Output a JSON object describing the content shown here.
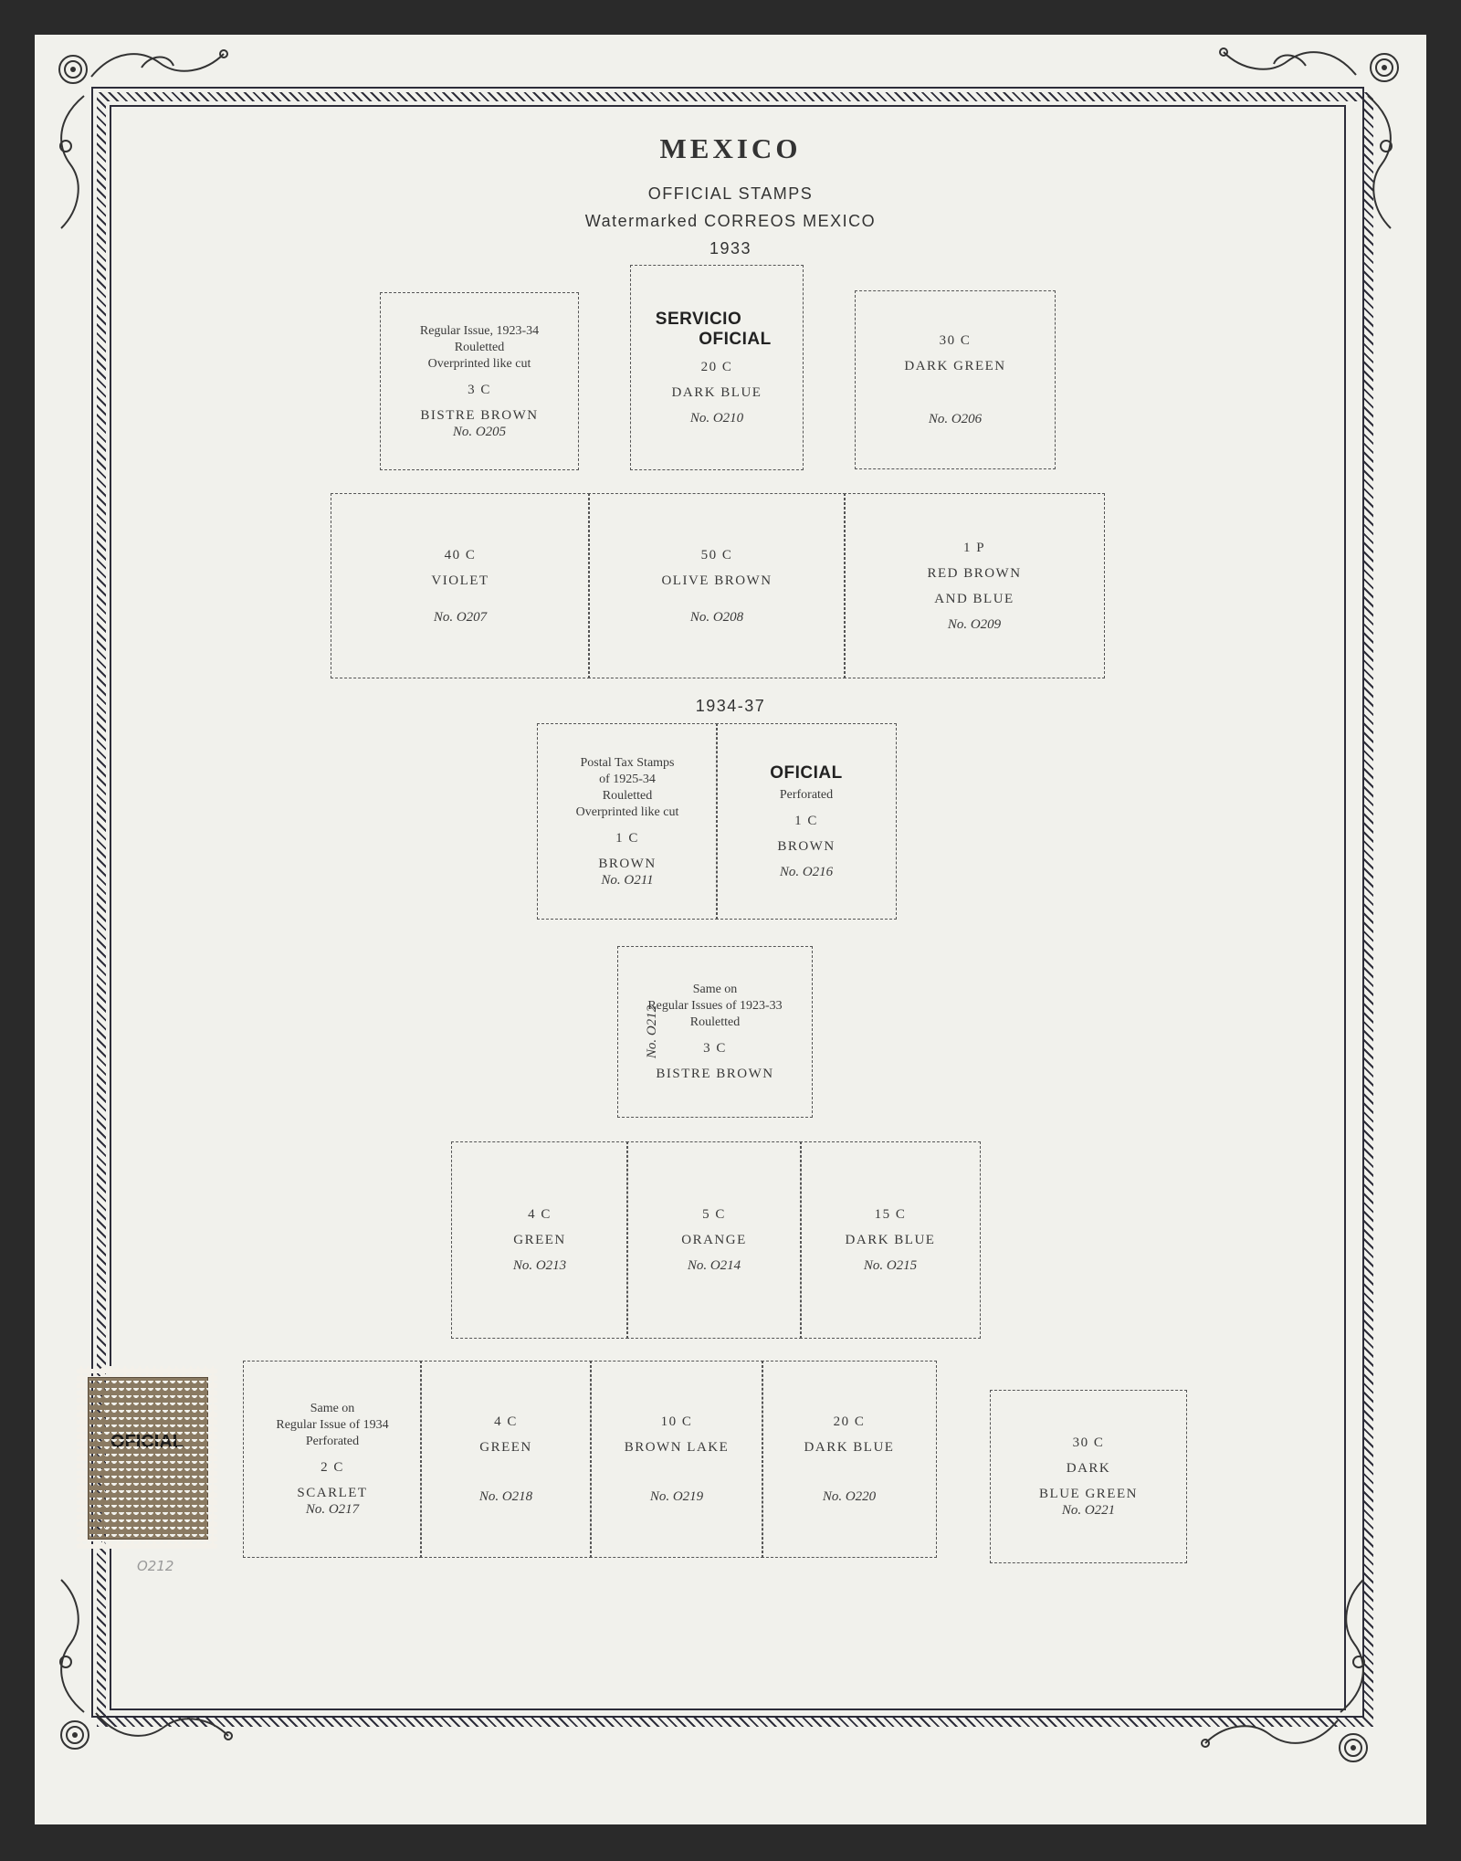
{
  "header": {
    "country": "MEXICO",
    "section": "OFFICIAL STAMPS",
    "watermark": "Watermarked CORREOS MEXICO",
    "year1": "1933",
    "year2": "1934-37"
  },
  "row1": [
    {
      "l1": "Regular Issue, 1923-34",
      "l2": "Rouletted",
      "l3": "Overprinted like cut",
      "val": "3 C",
      "color": "BISTRE BROWN",
      "num": "No. O205"
    },
    {
      "ovp1": "SERVICIO",
      "ovp2": "OFICIAL",
      "val": "20 C",
      "color": "DARK BLUE",
      "num": "No. O210"
    },
    {
      "val": "30 C",
      "color": "DARK GREEN",
      "num": "No. O206"
    }
  ],
  "row2": [
    {
      "val": "40 C",
      "color": "VIOLET",
      "num": "No. O207"
    },
    {
      "val": "50 C",
      "color": "OLIVE BROWN",
      "num": "No. O208"
    },
    {
      "val": "1 P",
      "color": "RED BROWN",
      "color2": "AND BLUE",
      "num": "No. O209"
    }
  ],
  "row3": [
    {
      "l1": "Postal Tax Stamps",
      "l2": "of 1925-34",
      "l3": "Rouletted",
      "l4": "Overprinted like cut",
      "val": "1 C",
      "color": "BROWN",
      "num": "No. O211"
    },
    {
      "ovp": "OFICIAL",
      "l1": "Perforated",
      "val": "1 C",
      "color": "BROWN",
      "num": "No. O216"
    }
  ],
  "row4": {
    "l1": "Same on",
    "l2": "Regular Issues of 1923-33",
    "l3": "Rouletted",
    "val": "3 C",
    "color": "BISTRE BROWN",
    "num": "No. O212"
  },
  "row5": [
    {
      "val": "4 C",
      "color": "GREEN",
      "num": "No. O213"
    },
    {
      "val": "5 C",
      "color": "ORANGE",
      "num": "No. O214"
    },
    {
      "val": "15 C",
      "color": "DARK BLUE",
      "num": "No. O215"
    }
  ],
  "row6": [
    {
      "l1": "Same on",
      "l2": "Regular Issue of 1934",
      "l3": "Perforated",
      "val": "2 C",
      "color": "SCARLET",
      "num": "No. O217"
    },
    {
      "val": "4 C",
      "color": "GREEN",
      "num": "No. O218"
    },
    {
      "val": "10 C",
      "color": "BROWN LAKE",
      "num": "No. O219"
    },
    {
      "val": "20 C",
      "color": "DARK BLUE",
      "num": "No. O220"
    },
    {
      "val": "30 C",
      "color": "DARK",
      "color2": "BLUE GREEN",
      "num": "No. O221"
    }
  ],
  "stamp": {
    "overprint": "OFICIAL",
    "pencil_note": "O212"
  }
}
